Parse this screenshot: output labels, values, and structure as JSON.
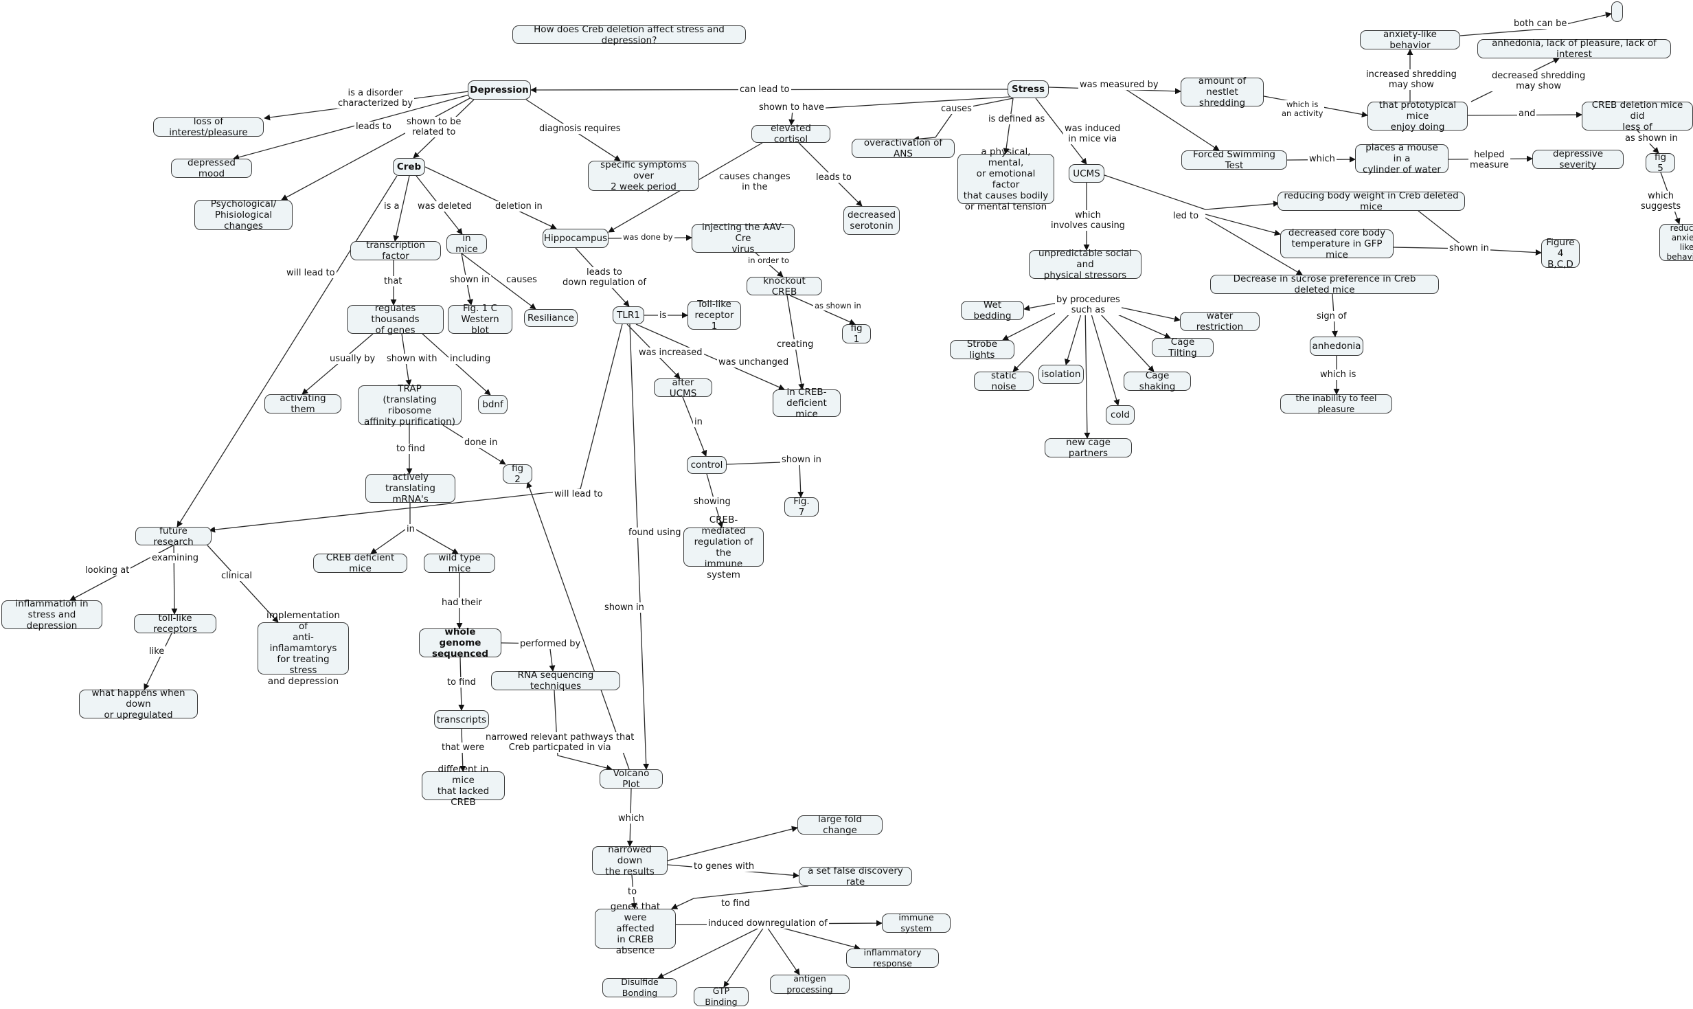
{
  "nodes": [
    {
      "id": "question",
      "text": "How does Creb deletion affect stress and depression?"
    },
    {
      "id": "depression",
      "text": "Depression"
    },
    {
      "id": "stress",
      "text": "Stress"
    },
    {
      "id": "loss_interest",
      "text": "loss of interest/pleasure"
    },
    {
      "id": "depressed_mood",
      "text": "depressed mood"
    },
    {
      "id": "psych_changes",
      "text": "Psychological/\nPhisiological changes"
    },
    {
      "id": "creb",
      "text": "Creb"
    },
    {
      "id": "specific_symptoms",
      "text": "specific symptoms over\n2 week period"
    },
    {
      "id": "elevated_cortisol",
      "text": "elevated cortisol"
    },
    {
      "id": "decreased_serotonin",
      "text": "decreased\nserotonin"
    },
    {
      "id": "overactivation",
      "text": "overactivation of ANS"
    },
    {
      "id": "physical_factor",
      "text": "a physical, mental,\nor emotional factor\nthat causes bodily\nor mental tension"
    },
    {
      "id": "ucms",
      "text": "UCMS"
    },
    {
      "id": "nestlet",
      "text": "amount of\nnestlet shredding"
    },
    {
      "id": "forced_swim",
      "text": "Forced Swimming Test"
    },
    {
      "id": "prototypical",
      "text": "that prototypical mice\nenjoy doing"
    },
    {
      "id": "anxiety_behavior",
      "text": "anxiety-like behavior"
    },
    {
      "id": "anhedonia_lack",
      "text": "anhedonia, lack of pleasure, lack of interest"
    },
    {
      "id": "empty_node",
      "text": ""
    },
    {
      "id": "creb_deletion_less",
      "text": "CREB deletion mice did\nless of"
    },
    {
      "id": "fig5",
      "text": "fig 5"
    },
    {
      "id": "reduced_anxiety",
      "text": "reduced\nanxiety like\nbehaviors"
    },
    {
      "id": "places_mouse",
      "text": "places a mouse in a\ncylinder of water"
    },
    {
      "id": "depressive_severity",
      "text": "depressive severity"
    },
    {
      "id": "reducing_weight",
      "text": "reducing body weight in Creb deleted mice"
    },
    {
      "id": "decreased_temp",
      "text": "decreased core body\ntemperature in GFP mice"
    },
    {
      "id": "figure4",
      "text": "Figure 4\nB,C,D"
    },
    {
      "id": "sucrose",
      "text": "Decrease in sucrose preference in Creb deleted mice"
    },
    {
      "id": "anhedonia",
      "text": "anhedonia"
    },
    {
      "id": "inability",
      "text": "the inability to feel pleasure"
    },
    {
      "id": "unpredictable",
      "text": "unpredictable social and\nphysical stressors"
    },
    {
      "id": "wet_bedding",
      "text": "Wet bedding"
    },
    {
      "id": "strobe",
      "text": "Strobe lights"
    },
    {
      "id": "static_noise",
      "text": "static noise"
    },
    {
      "id": "isolation",
      "text": "isolation"
    },
    {
      "id": "cold",
      "text": "cold"
    },
    {
      "id": "new_cage",
      "text": "new cage partners"
    },
    {
      "id": "cage_shaking",
      "text": "Cage shaking"
    },
    {
      "id": "cage_tilting",
      "text": "Cage Tilting"
    },
    {
      "id": "water_restriction",
      "text": "water restriction"
    },
    {
      "id": "transcription_factor",
      "text": "transcription factor"
    },
    {
      "id": "in_mice",
      "text": "in mice"
    },
    {
      "id": "hippocampus",
      "text": "Hippocampus"
    },
    {
      "id": "injecting",
      "text": "injecting the AAV-Cre\nvirus"
    },
    {
      "id": "knockout",
      "text": "knockout CREB"
    },
    {
      "id": "fig1",
      "text": "fig 1"
    },
    {
      "id": "tlr1",
      "text": "TLR1"
    },
    {
      "id": "toll_receptor1",
      "text": "Toll-like\nreceptor 1"
    },
    {
      "id": "after_ucms",
      "text": "after UCMS"
    },
    {
      "id": "in_creb_deficient",
      "text": "in CREB-\ndeficient mice"
    },
    {
      "id": "control",
      "text": "control"
    },
    {
      "id": "fig7",
      "text": "Fig. 7"
    },
    {
      "id": "creb_mediated",
      "text": "CREB-mediated\nregulation of the\nimmune system"
    },
    {
      "id": "fig1c",
      "text": "Fig. 1 C\nWestern blot"
    },
    {
      "id": "resiliance",
      "text": "Resiliance"
    },
    {
      "id": "regulates",
      "text": "reguates thousands\nof genes"
    },
    {
      "id": "activating",
      "text": "activating them"
    },
    {
      "id": "trap",
      "text": "TRAP\n(translating ribosome\naffinity purification)"
    },
    {
      "id": "bdnf",
      "text": "bdnf"
    },
    {
      "id": "fig2",
      "text": "fig 2"
    },
    {
      "id": "actively",
      "text": "actively translating\nmRNA's"
    },
    {
      "id": "creb_deficient_mice",
      "text": "CREB deficient mice"
    },
    {
      "id": "wild_type",
      "text": "wild type mice"
    },
    {
      "id": "whole_genome",
      "text": "whole genome\nsequenced"
    },
    {
      "id": "rna_seq",
      "text": "RNA sequencing techniques"
    },
    {
      "id": "transcripts",
      "text": "transcripts"
    },
    {
      "id": "different_mice",
      "text": "different in mice\nthat lacked CREB"
    },
    {
      "id": "volcano",
      "text": "Volcano Plot"
    },
    {
      "id": "narrowed",
      "text": "narrowed down\nthe results"
    },
    {
      "id": "large_fold",
      "text": "large fold change"
    },
    {
      "id": "false_discovery",
      "text": "a set false discovery rate"
    },
    {
      "id": "genes_affected",
      "text": "genes that were\naffected\nin CREB absence"
    },
    {
      "id": "immune_system",
      "text": "immune system"
    },
    {
      "id": "inflammatory",
      "text": "inflammatory response"
    },
    {
      "id": "antigen",
      "text": "antigen processing"
    },
    {
      "id": "gtp",
      "text": "GTP Binding"
    },
    {
      "id": "disulfide",
      "text": "Disulfide Bonding"
    },
    {
      "id": "future_research",
      "text": "future research"
    },
    {
      "id": "inflammation",
      "text": "inflammation in\nstress and depression"
    },
    {
      "id": "toll_receptors",
      "text": "toll-like receptors"
    },
    {
      "id": "what_happens",
      "text": "what happens when down\nor upregulated"
    },
    {
      "id": "anti_inflam",
      "text": "implementation of\nanti-inflamamtorys\nfor treating stress\nand depression"
    }
  ],
  "labels": [
    {
      "id": "l_can_lead_to",
      "text": "can lead to"
    },
    {
      "id": "l_shown_to_have",
      "text": "shown to have"
    },
    {
      "id": "l_disorder",
      "text": "is a disorder\ncharacterized by"
    },
    {
      "id": "l_leads_to_dep",
      "text": "leads to"
    },
    {
      "id": "l_shown_related",
      "text": "shown to be\nrelated to"
    },
    {
      "id": "l_diagnosis",
      "text": "diagnosis requires"
    },
    {
      "id": "l_causes_stress",
      "text": "causes"
    },
    {
      "id": "l_defined",
      "text": "is defined as"
    },
    {
      "id": "l_induced",
      "text": "was induced\nin mice via"
    },
    {
      "id": "l_measured",
      "text": "was measured by"
    },
    {
      "id": "l_activity",
      "text": "which is\nan activity"
    },
    {
      "id": "l_increased_shred",
      "text": "increased shredding\nmay show"
    },
    {
      "id": "l_decreased_shred",
      "text": "decreased shredding\nmay show"
    },
    {
      "id": "l_both",
      "text": "both can be"
    },
    {
      "id": "l_and",
      "text": "and"
    },
    {
      "id": "l_as_shown",
      "text": "as shown in"
    },
    {
      "id": "l_which_suggests",
      "text": "which\nsuggests"
    },
    {
      "id": "l_which_fst",
      "text": "which"
    },
    {
      "id": "l_helped",
      "text": "helped\nmeasure"
    },
    {
      "id": "l_led_to",
      "text": "led to"
    },
    {
      "id": "l_shown_in_fig4",
      "text": "shown in"
    },
    {
      "id": "l_sign_of",
      "text": "sign of"
    },
    {
      "id": "l_which_is",
      "text": "which is"
    },
    {
      "id": "l_which_involves",
      "text": "which\ninvolves causing"
    },
    {
      "id": "l_procedures",
      "text": "by procedures\nsuch as"
    },
    {
      "id": "l_causes_changes",
      "text": "causes changes\nin the"
    },
    {
      "id": "l_leads_to_cort",
      "text": "leads to"
    },
    {
      "id": "l_is_a",
      "text": "is a"
    },
    {
      "id": "l_was_deleted",
      "text": "was deleted"
    },
    {
      "id": "l_deletion_in",
      "text": "deletion in"
    },
    {
      "id": "l_will_lead_creb",
      "text": "will lead to"
    },
    {
      "id": "l_was_done_by",
      "text": "was done by"
    },
    {
      "id": "l_in_order",
      "text": "in order to"
    },
    {
      "id": "l_as_shown_fig1",
      "text": "as shown in"
    },
    {
      "id": "l_creating",
      "text": "creating"
    },
    {
      "id": "l_leads_down",
      "text": "leads to\ndown regulation of"
    },
    {
      "id": "l_is_tlr",
      "text": "is"
    },
    {
      "id": "l_was_increased",
      "text": "was increased"
    },
    {
      "id": "l_was_unchanged",
      "text": "was unchanged"
    },
    {
      "id": "l_in_ucms",
      "text": "in"
    },
    {
      "id": "l_shown_in_fig7",
      "text": "shown in"
    },
    {
      "id": "l_showing",
      "text": "showing"
    },
    {
      "id": "l_found_using",
      "text": "found using"
    },
    {
      "id": "l_will_lead_tlr",
      "text": "will lead to"
    },
    {
      "id": "l_shown_in_mice",
      "text": "shown in"
    },
    {
      "id": "l_causes_mice",
      "text": "causes"
    },
    {
      "id": "l_that",
      "text": "that"
    },
    {
      "id": "l_usually_by",
      "text": "usually by"
    },
    {
      "id": "l_shown_with",
      "text": "shown with"
    },
    {
      "id": "l_including",
      "text": "including"
    },
    {
      "id": "l_to_find_trap",
      "text": "to find"
    },
    {
      "id": "l_done_in",
      "text": "done in"
    },
    {
      "id": "l_in_actively",
      "text": "in"
    },
    {
      "id": "l_had_their",
      "text": "had their"
    },
    {
      "id": "l_performed_by",
      "text": "performed by"
    },
    {
      "id": "l_to_find_genome",
      "text": "to find"
    },
    {
      "id": "l_that_were",
      "text": "that were"
    },
    {
      "id": "l_narrowed_pathways",
      "text": "narrowed relevant pathways that\nCreb particpated in via"
    },
    {
      "id": "l_shown_in_volcano",
      "text": "shown in"
    },
    {
      "id": "l_which_volcano",
      "text": "which"
    },
    {
      "id": "l_to_genes_with",
      "text": "to genes with"
    },
    {
      "id": "l_to",
      "text": "to"
    },
    {
      "id": "l_to_find_fdr",
      "text": "to find"
    },
    {
      "id": "l_induced_down",
      "text": "induced downregulation of"
    },
    {
      "id": "l_looking_at",
      "text": "looking at"
    },
    {
      "id": "l_examining",
      "text": "examining"
    },
    {
      "id": "l_clinical",
      "text": "clinical"
    },
    {
      "id": "l_like",
      "text": "like"
    }
  ]
}
